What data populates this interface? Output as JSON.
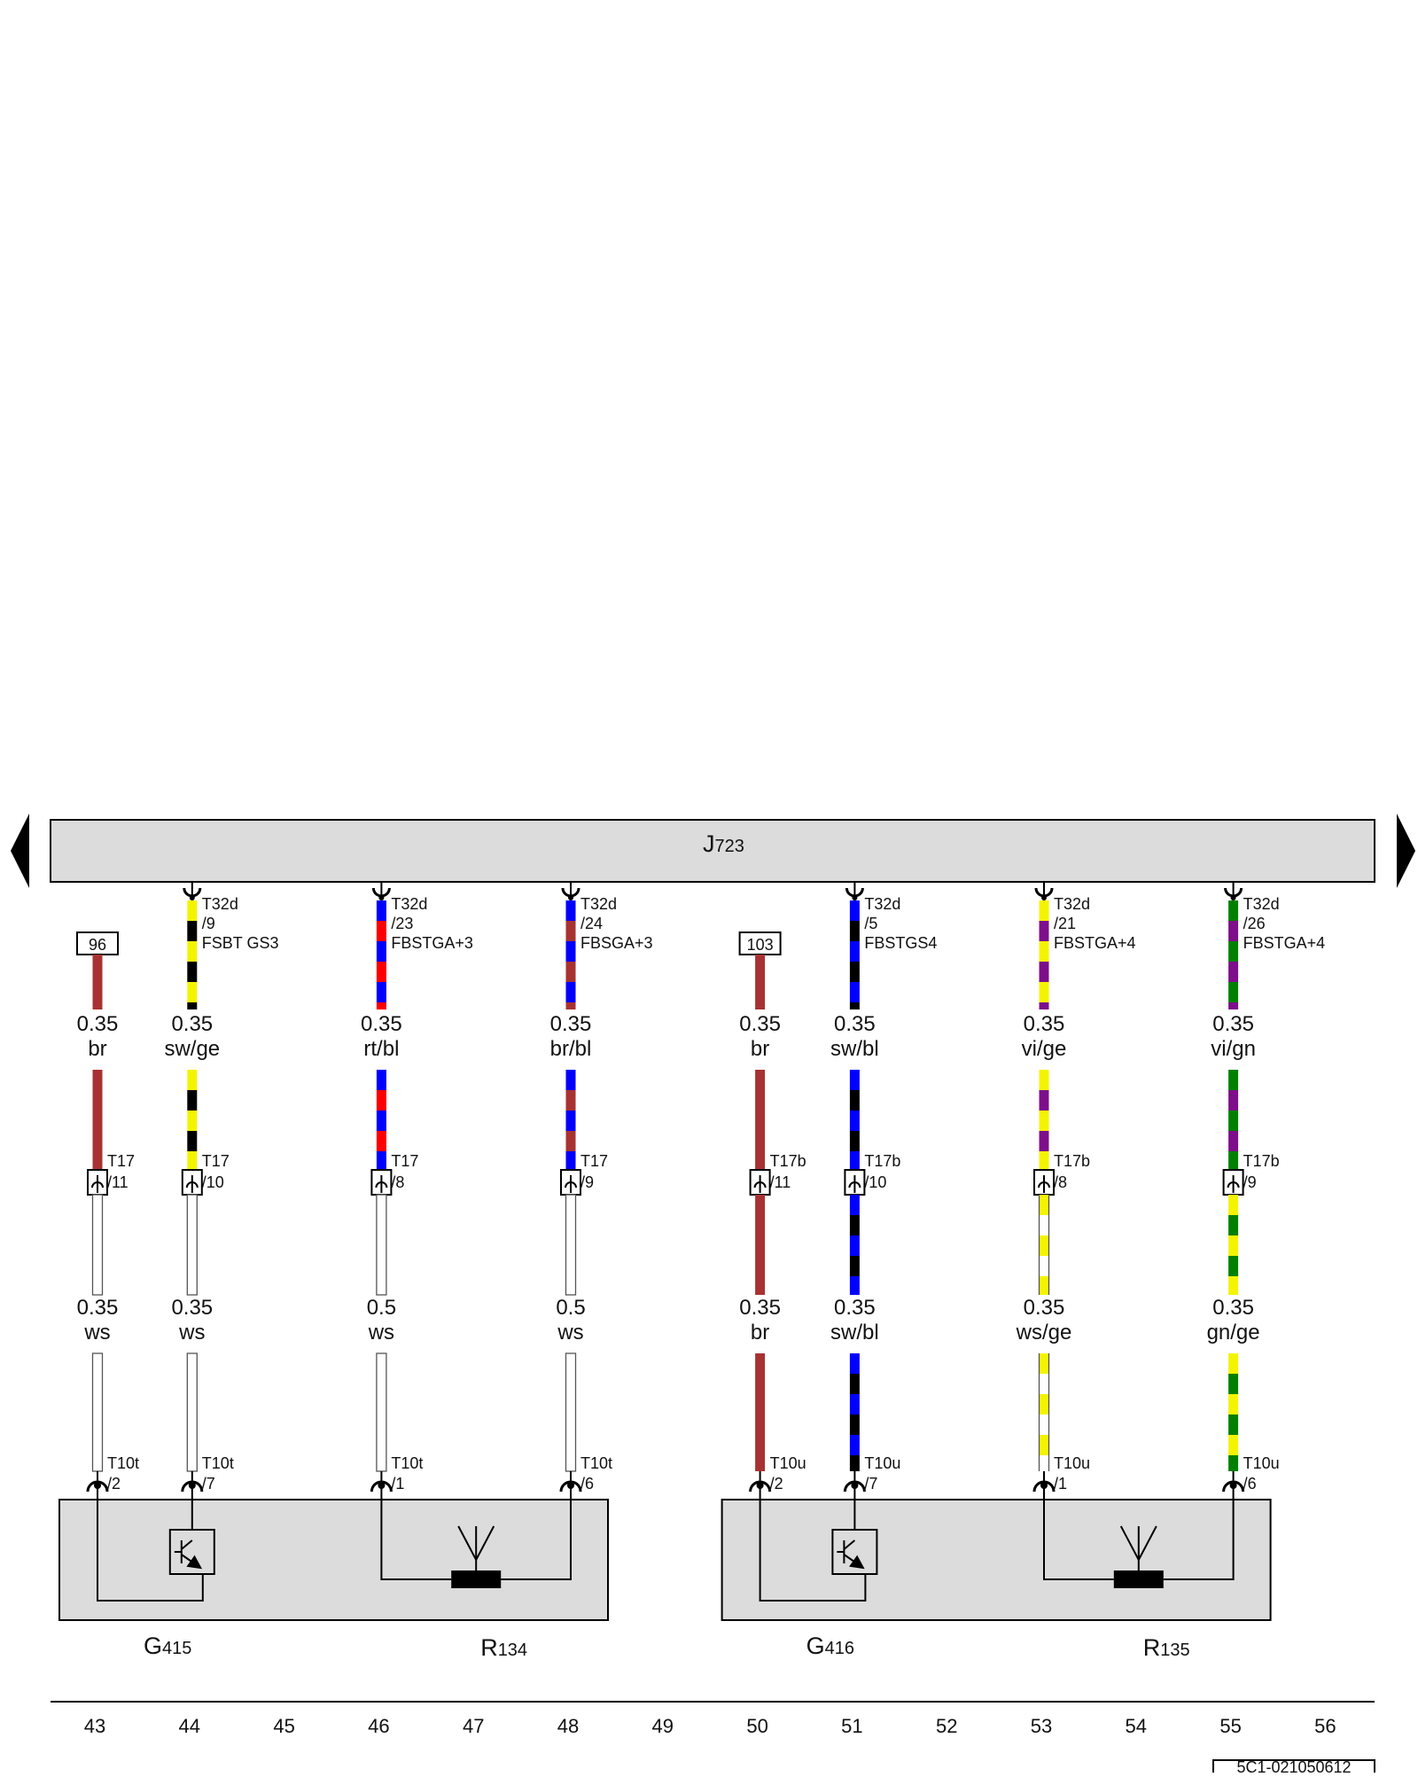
{
  "control_unit": {
    "name": "J",
    "sub": "723"
  },
  "colors": {
    "br": "#a83232",
    "sw": "#000000",
    "ge": "#f4f400",
    "rt": "#ff0000",
    "bl": "#0000ff",
    "vi": "#7d0f8a",
    "gn": "#008000",
    "ws": "#ffffff",
    "housing": "#dcdcdc",
    "header": "#dcdcdc"
  },
  "refs": [
    "96",
    "103"
  ],
  "wires": [
    {
      "col": 0,
      "ref": "96",
      "ecu_pin": null,
      "upper_size": "0.35",
      "upper_color": "br",
      "upper_stripes": [
        "br"
      ],
      "mid_conn": "T17",
      "mid_pin": "/11",
      "lower_size": "0.35",
      "lower_color": "ws",
      "lower_stripes": [
        "ws"
      ],
      "bot_conn": "T10t",
      "bot_pin": "/2"
    },
    {
      "col": 1,
      "ref": null,
      "ecu_pin": {
        "conn": "T32d",
        "pin": "/9",
        "signal": "FSBT GS3"
      },
      "upper_size": "0.35",
      "upper_color": "sw/ge",
      "upper_stripes": [
        "ge",
        "sw"
      ],
      "mid_conn": "T17",
      "mid_pin": "/10",
      "lower_size": "0.35",
      "lower_color": "ws",
      "lower_stripes": [
        "ws"
      ],
      "bot_conn": "T10t",
      "bot_pin": "/7"
    },
    {
      "col": 3,
      "ref": null,
      "ecu_pin": {
        "conn": "T32d",
        "pin": "/23",
        "signal": "FBSTGA+3"
      },
      "upper_size": "0.35",
      "upper_color": "rt/bl",
      "upper_stripes": [
        "bl",
        "rt"
      ],
      "mid_conn": "T17",
      "mid_pin": "/8",
      "lower_size": "0.5",
      "lower_color": "ws",
      "lower_stripes": [
        "ws"
      ],
      "bot_conn": "T10t",
      "bot_pin": "/1"
    },
    {
      "col": 5,
      "ref": null,
      "ecu_pin": {
        "conn": "T32d",
        "pin": "/24",
        "signal": "FBSGA+3"
      },
      "upper_size": "0.35",
      "upper_color": "br/bl",
      "upper_stripes": [
        "bl",
        "br"
      ],
      "mid_conn": "T17",
      "mid_pin": "/9",
      "lower_size": "0.5",
      "lower_color": "ws",
      "lower_stripes": [
        "ws"
      ],
      "bot_conn": "T10t",
      "bot_pin": "/6"
    },
    {
      "col": 7,
      "ref": "103",
      "ecu_pin": null,
      "upper_size": "0.35",
      "upper_color": "br",
      "upper_stripes": [
        "br"
      ],
      "mid_conn": "T17b",
      "mid_pin": "/11",
      "lower_size": "0.35",
      "lower_color": "br",
      "lower_stripes": [
        "br"
      ],
      "bot_conn": "T10u",
      "bot_pin": "/2"
    },
    {
      "col": 8,
      "ref": null,
      "ecu_pin": {
        "conn": "T32d",
        "pin": "/5",
        "signal": "FBSTGS4"
      },
      "upper_size": "0.35",
      "upper_color": "sw/bl",
      "upper_stripes": [
        "bl",
        "sw"
      ],
      "mid_conn": "T17b",
      "mid_pin": "/10",
      "lower_size": "0.35",
      "lower_color": "sw/bl",
      "lower_stripes": [
        "bl",
        "sw"
      ],
      "bot_conn": "T10u",
      "bot_pin": "/7"
    },
    {
      "col": 10,
      "ref": null,
      "ecu_pin": {
        "conn": "T32d",
        "pin": "/21",
        "signal": "FBSTGA+4"
      },
      "upper_size": "0.35",
      "upper_color": "vi/ge",
      "upper_stripes": [
        "ge",
        "vi"
      ],
      "mid_conn": "T17b",
      "mid_pin": "/8",
      "lower_size": "0.35",
      "lower_color": "ws/ge",
      "lower_stripes": [
        "ge",
        "ws"
      ],
      "bot_conn": "T10u",
      "bot_pin": "/1"
    },
    {
      "col": 12,
      "ref": null,
      "ecu_pin": {
        "conn": "T32d",
        "pin": "/26",
        "signal": "FBSTGA+4"
      },
      "upper_size": "0.35",
      "upper_color": "vi/gn",
      "upper_stripes": [
        "gn",
        "vi"
      ],
      "mid_conn": "T17b",
      "mid_pin": "/9",
      "lower_size": "0.35",
      "lower_color": "gn/ge",
      "lower_stripes": [
        "ge",
        "gn"
      ],
      "bot_conn": "T10u",
      "bot_pin": "/6"
    }
  ],
  "components": [
    {
      "group": 0,
      "sensor": {
        "main": "G",
        "sub": "415"
      },
      "resistor": {
        "main": "R",
        "sub": "134"
      }
    },
    {
      "group": 1,
      "sensor": {
        "main": "G",
        "sub": "416"
      },
      "resistor": {
        "main": "R",
        "sub": "135"
      }
    }
  ],
  "columns": [
    "43",
    "44",
    "45",
    "46",
    "47",
    "48",
    "49",
    "50",
    "51",
    "52",
    "53",
    "54",
    "55",
    "56"
  ],
  "doc_id": "5C1-021050612"
}
